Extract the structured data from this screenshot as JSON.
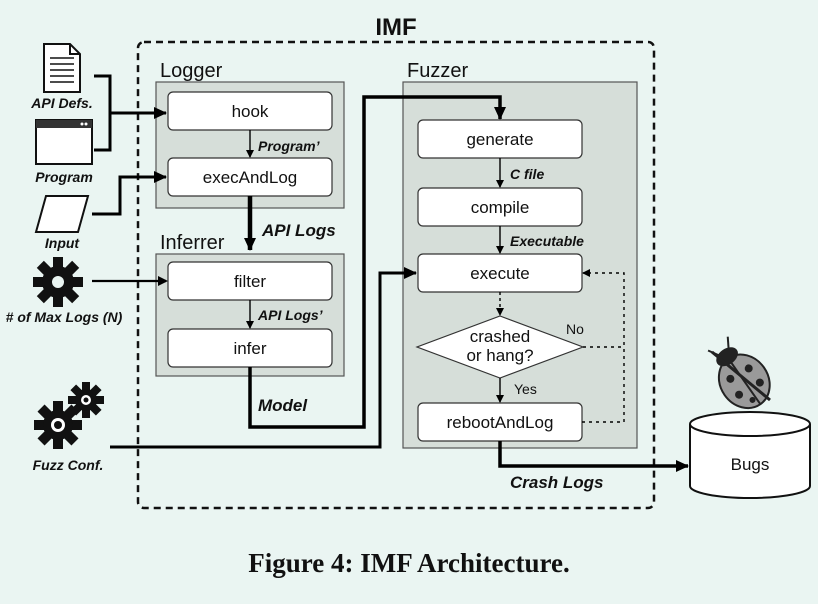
{
  "title": "IMF",
  "caption": "Figure 4: IMF Architecture.",
  "groups": {
    "logger": "Logger",
    "inferrer": "Inferrer",
    "fuzzer": "Fuzzer"
  },
  "boxes": {
    "hook": "hook",
    "exec_and_log": "execAndLog",
    "filter": "filter",
    "infer": "infer",
    "generate": "generate",
    "compile": "compile",
    "execute": "execute",
    "crashed_line1": "crashed",
    "crashed_line2": "or hang?",
    "reboot_and_log": "rebootAndLog",
    "bugs": "Bugs"
  },
  "inputs": {
    "api_defs": "API Defs.",
    "program": "Program",
    "input": "Input",
    "max_logs": "# of Max Logs (N)",
    "fuzz_conf": "Fuzz Conf."
  },
  "edges": {
    "program_prime": "Program’",
    "api_logs": "API Logs",
    "api_logs_prime": "API Logs’",
    "model": "Model",
    "c_file": "C file",
    "executable": "Executable",
    "no": "No",
    "yes": "Yes",
    "crash_logs": "Crash Logs"
  },
  "icons": {
    "document": "document-icon",
    "window": "window-icon",
    "parallelogram": "input-icon",
    "gear": "gear-icon",
    "gears": "gears-icon",
    "bug": "ladybug-icon",
    "database": "database-icon"
  }
}
